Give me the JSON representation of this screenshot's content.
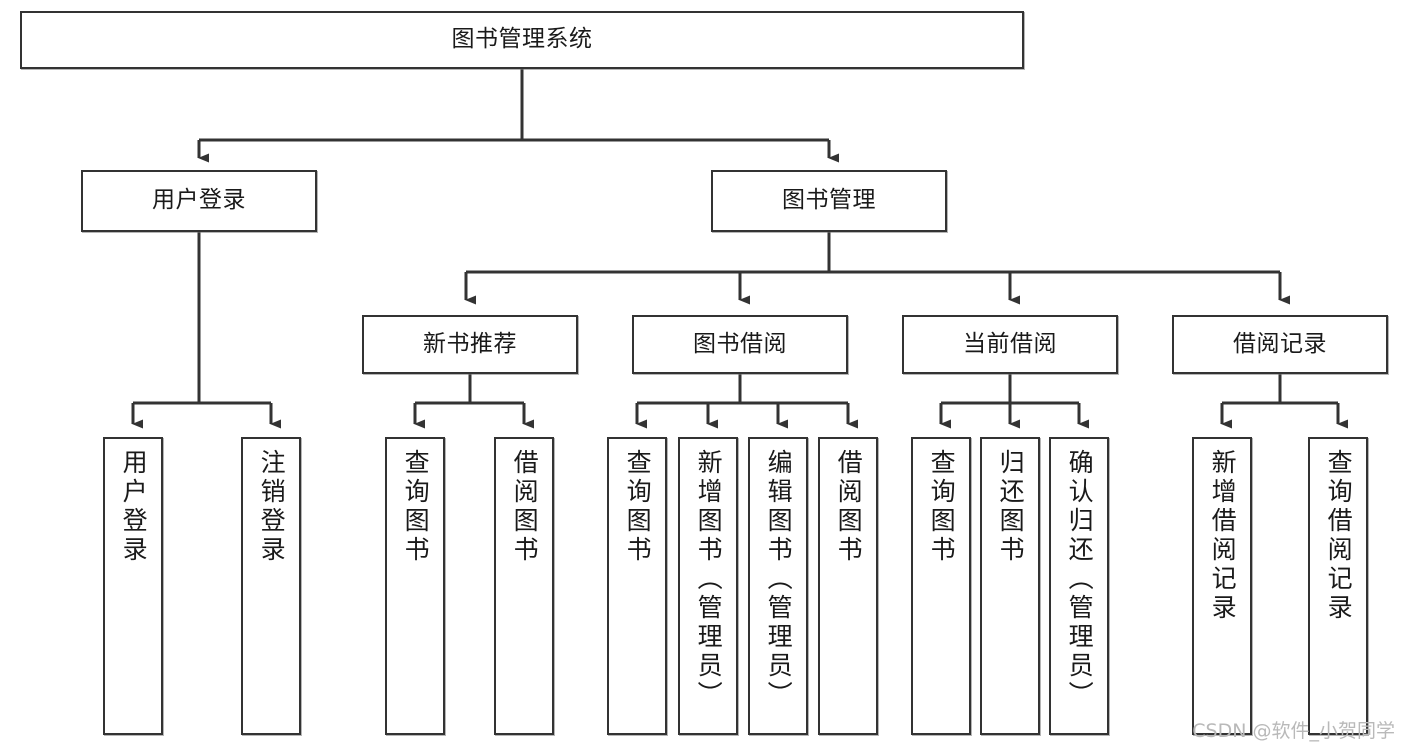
{
  "diagram": {
    "title": "图书管理系统",
    "watermark": "CSDN @软件_小贺同学",
    "colors": {
      "box_border": "#333333",
      "box_fill": "#ffffff",
      "line": "#333333",
      "text": "#1a1a1a",
      "watermark": "#b9b9b9"
    },
    "root": {
      "id": "root",
      "label": "图书管理系统"
    },
    "level2": [
      {
        "id": "user-login",
        "label": "用户登录"
      },
      {
        "id": "book-manage",
        "label": "图书管理"
      }
    ],
    "level3": [
      {
        "id": "new-book-recommend",
        "label": "新书推荐"
      },
      {
        "id": "book-borrow",
        "label": "图书借阅"
      },
      {
        "id": "current-borrow",
        "label": "当前借阅"
      },
      {
        "id": "borrow-record",
        "label": "借阅记录"
      }
    ],
    "leaves": {
      "user_login": [
        {
          "id": "leaf-user-login",
          "label": "用户登录"
        },
        {
          "id": "leaf-logout-login",
          "label": "注销登录"
        }
      ],
      "new_book_recommend": [
        {
          "id": "leaf-query-book-1",
          "label": "查询图书"
        },
        {
          "id": "leaf-borrow-book-1",
          "label": "借阅图书"
        }
      ],
      "book_borrow": [
        {
          "id": "leaf-query-book-2",
          "label": "查询图书"
        },
        {
          "id": "leaf-add-book",
          "label": "新增图书（管理员）"
        },
        {
          "id": "leaf-edit-book",
          "label": "编辑图书（管理员）"
        },
        {
          "id": "leaf-borrow-book-2",
          "label": "借阅图书"
        }
      ],
      "current_borrow": [
        {
          "id": "leaf-query-book-3",
          "label": "查询图书"
        },
        {
          "id": "leaf-return-book",
          "label": "归还图书"
        },
        {
          "id": "leaf-confirm-return",
          "label": "确认归还（管理员）"
        }
      ],
      "borrow_record": [
        {
          "id": "leaf-add-record",
          "label": "新增借阅记录"
        },
        {
          "id": "leaf-query-record",
          "label": "查询借阅记录"
        }
      ]
    }
  }
}
